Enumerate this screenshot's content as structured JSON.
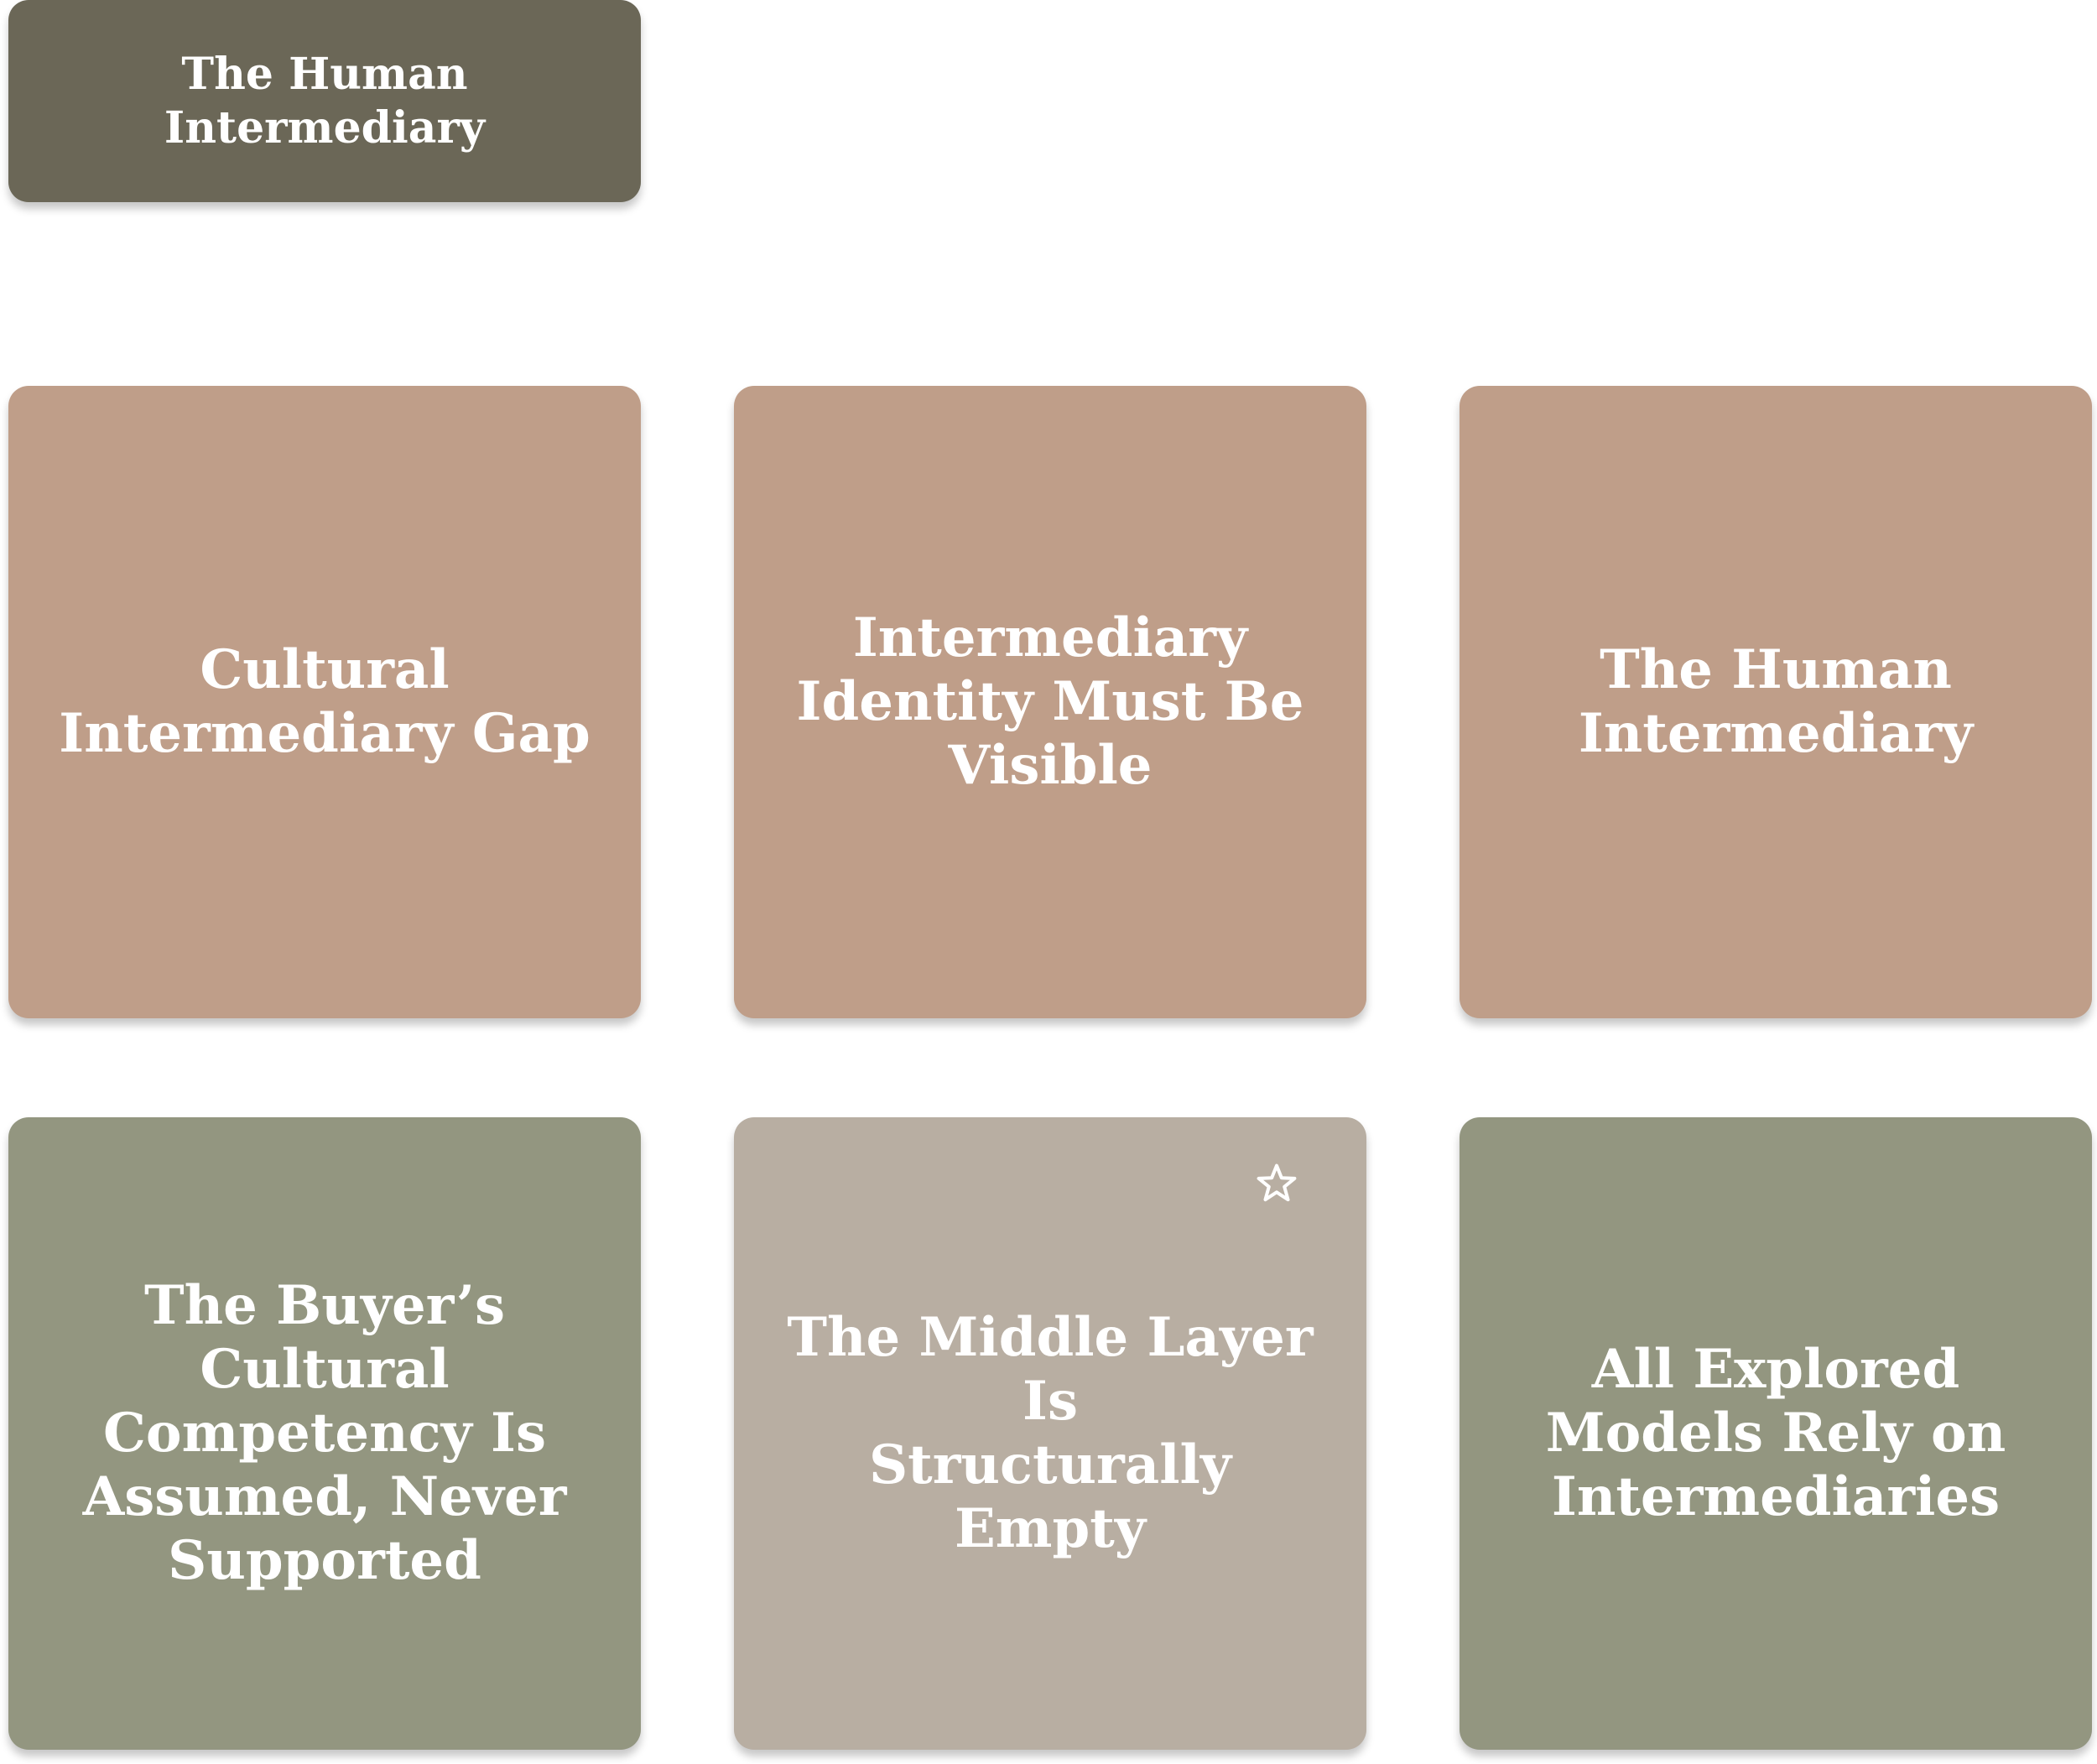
{
  "colors": {
    "header": "#6b6757",
    "rose": "#bf9e89",
    "sage": "#939680",
    "taupe": "#b8aea2",
    "text": "#ffffff"
  },
  "header": {
    "title": "The Human\nIntermediary"
  },
  "cards": [
    {
      "label": "Cultural\nIntermediary Gap",
      "color": "rose"
    },
    {
      "label": "Intermediary\nIdentity Must Be\nVisible",
      "color": "rose"
    },
    {
      "label": "The Human\nIntermediary",
      "color": "rose"
    },
    {
      "label": "The Buyer’s\nCultural\nCompetency Is\nAssumed, Never\nSupported",
      "color": "sage"
    },
    {
      "label": "The Middle Layer Is\nStructurally Empty",
      "color": "taupe",
      "icon": "star-icon"
    },
    {
      "label": "All Explored\nModels Rely on\nIntermediaries",
      "color": "sage"
    }
  ]
}
